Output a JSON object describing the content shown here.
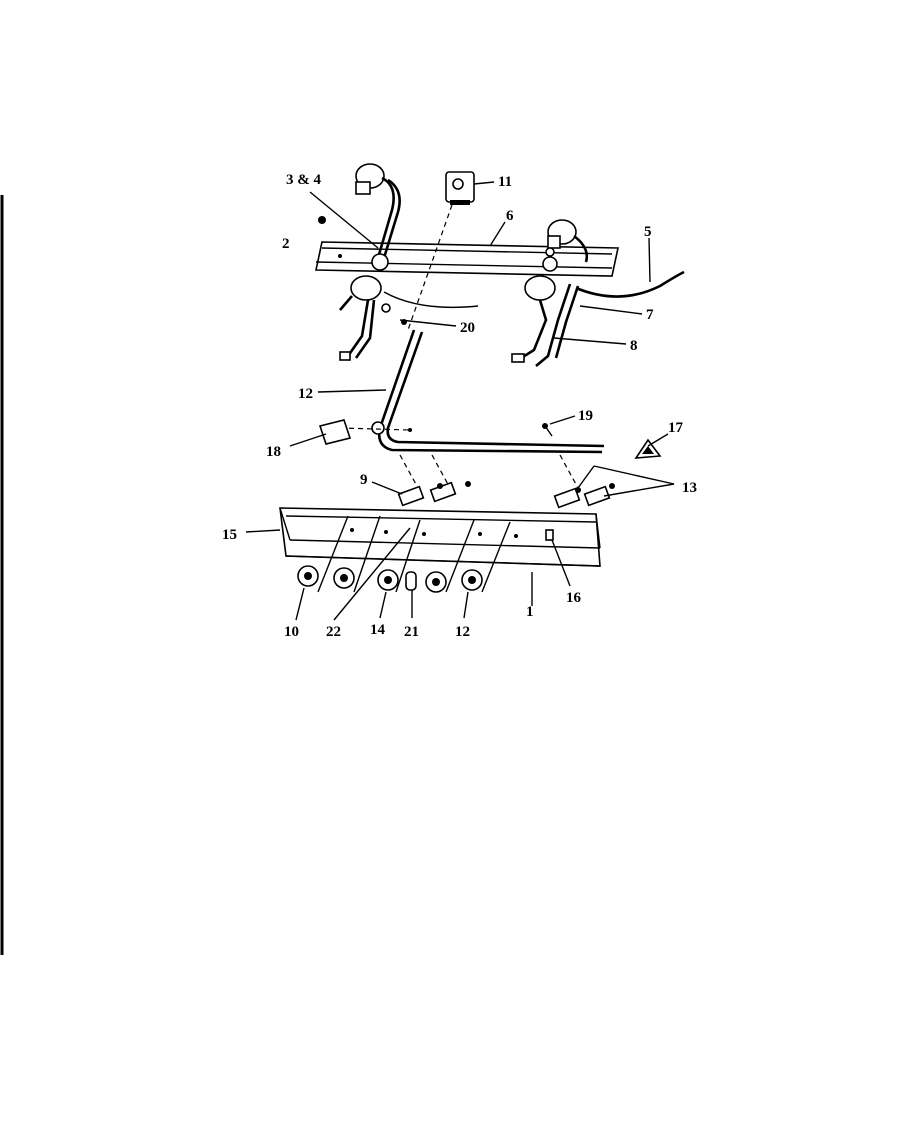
{
  "callouts": {
    "c1": "1",
    "c2": "2",
    "c3_4": "3 & 4",
    "c5": "5",
    "c6": "6",
    "c7": "7",
    "c8": "8",
    "c9": "9",
    "c10": "10",
    "c11": "11",
    "c12_upper": "12",
    "c12_lower": "12",
    "c13": "13",
    "c14": "14",
    "c15": "15",
    "c16": "16",
    "c17": "17",
    "c18": "18",
    "c19": "19",
    "c20": "20",
    "c21": "21",
    "c22": "22"
  }
}
